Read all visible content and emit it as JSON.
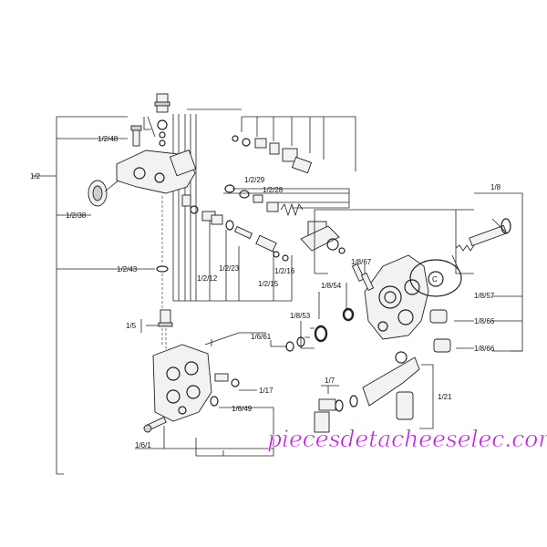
{
  "callouts": {
    "g1": "1/2",
    "g1_48": "1/2/48",
    "g1_38": "1/2/38",
    "g1_43": "1/2/43",
    "g1_29": "1/2/29",
    "g1_28": "1/2/28",
    "g1_12": "1/2/12",
    "g1_23": "1/2/23",
    "g1_15": "1/2/15",
    "g1_16": "1/2/16",
    "g5": "1/5",
    "g6_61": "1/6/61",
    "g6_49": "1/6/49",
    "g6_1": "1/6/1",
    "g17": "1/17",
    "g8": "1/8",
    "g8_67": "1/8/67",
    "g8_54": "1/8/54",
    "g8_53": "1/8/53",
    "g8_57": "1/8/57",
    "g8_66a": "1/8/66",
    "g8_66b": "1/8/66",
    "g7": "1/7",
    "g21": "1/21",
    "c": "C"
  },
  "watermark": "piecesdetacheeselec.com"
}
